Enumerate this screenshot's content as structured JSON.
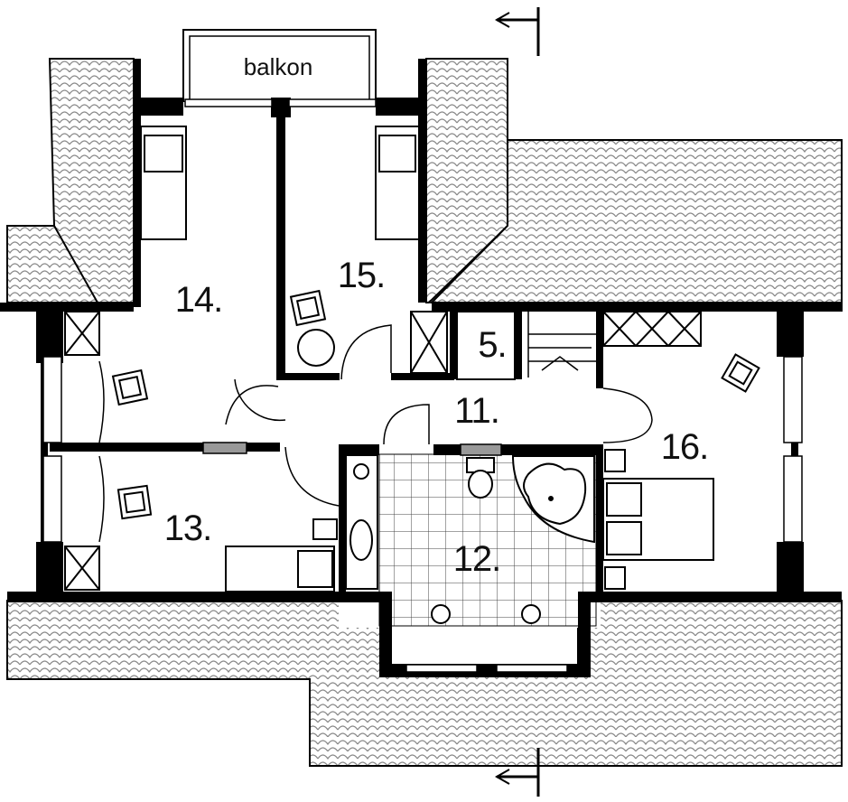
{
  "labels": {
    "balcony": "balkon",
    "room_14": "14.",
    "room_15": "15.",
    "room_5": "5.",
    "room_11": "11.",
    "room_16": "16.",
    "room_13": "13.",
    "room_12": "12."
  },
  "colors": {
    "wall": "#000000",
    "roof_fill": "#ffffff",
    "roof_pattern": "#8a8a8a",
    "line": "#111111"
  },
  "icons": [
    "section-arrow-icon",
    "armchair-icon",
    "bed-icon",
    "toilet-icon",
    "sink-icon",
    "bathtub-icon",
    "shower-drain-icon",
    "stairs-icon",
    "chimney-icon"
  ]
}
